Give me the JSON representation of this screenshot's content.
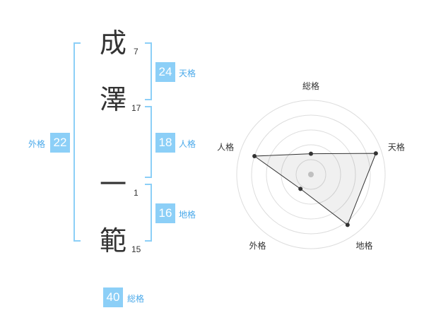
{
  "name_chars": [
    {
      "char": "成",
      "strokes": "7"
    },
    {
      "char": "澤",
      "strokes": "17"
    },
    {
      "char": "一",
      "strokes": "1"
    },
    {
      "char": "範",
      "strokes": "15"
    }
  ],
  "fortunes": {
    "tenkaku": {
      "value": "24",
      "label": "天格"
    },
    "jinkaku": {
      "value": "18",
      "label": "人格"
    },
    "chikaku": {
      "value": "16",
      "label": "地格"
    },
    "gaikaku": {
      "value": "22",
      "label": "外格"
    },
    "soukaku": {
      "value": "40",
      "label": "総格"
    }
  },
  "colors": {
    "accent": "#8ccff7",
    "label": "#4aa9ea",
    "text": "#333333"
  },
  "chart_data": {
    "type": "radar",
    "axes": [
      "総格",
      "天格",
      "地格",
      "外格",
      "人格"
    ],
    "values": [
      1.4,
      4.6,
      4.2,
      1.2,
      4.0
    ],
    "rmax": 5,
    "rings": 5
  }
}
